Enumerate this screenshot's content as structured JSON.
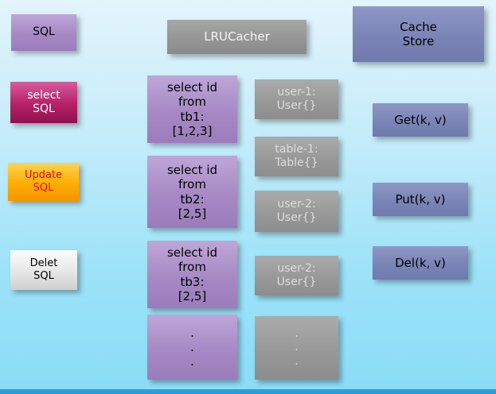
{
  "palette": {
    "background_top": "#e3f4fc",
    "background_bottom": "#8adcf7",
    "purple": "#a689c4",
    "gray": "#979797",
    "slate_blue": "#7a84b6",
    "magenta": "#b62067",
    "orange": "#ffae00",
    "white_box": "#e4e4e4",
    "bottom_bar": "#2a9de0",
    "update_text": "#dd1111"
  },
  "nodes": {
    "sql": {
      "text": "SQL"
    },
    "lru_cacher": {
      "text": "LRUCacher"
    },
    "cache_store": {
      "text": "Cache\nStore"
    },
    "select_sql": {
      "text": "select\nSQL"
    },
    "update_sql": {
      "text": "Update\nSQL"
    },
    "delete_sql": {
      "text": "Delet\nSQL"
    }
  },
  "queries": [
    {
      "text": "select id\nfrom\ntb1:\n[1,2,3]"
    },
    {
      "text": "select id\nfrom\ntb2:\n[2,5]"
    },
    {
      "text": "select id\nfrom\ntb3:\n[2,5]"
    },
    {
      "text": ".\n.\n."
    }
  ],
  "cache_entries": [
    {
      "text": "user-1:\nUser{}"
    },
    {
      "text": "table-1:\nTable{}"
    },
    {
      "text": "user-2:\nUser{}"
    },
    {
      "text": "user-2:\nUser{}"
    },
    {
      "text": ".\n.\n."
    }
  ],
  "operations": [
    {
      "text": "Get(k, v)"
    },
    {
      "text": "Put(k, v)"
    },
    {
      "text": "Del(k, v)"
    }
  ]
}
